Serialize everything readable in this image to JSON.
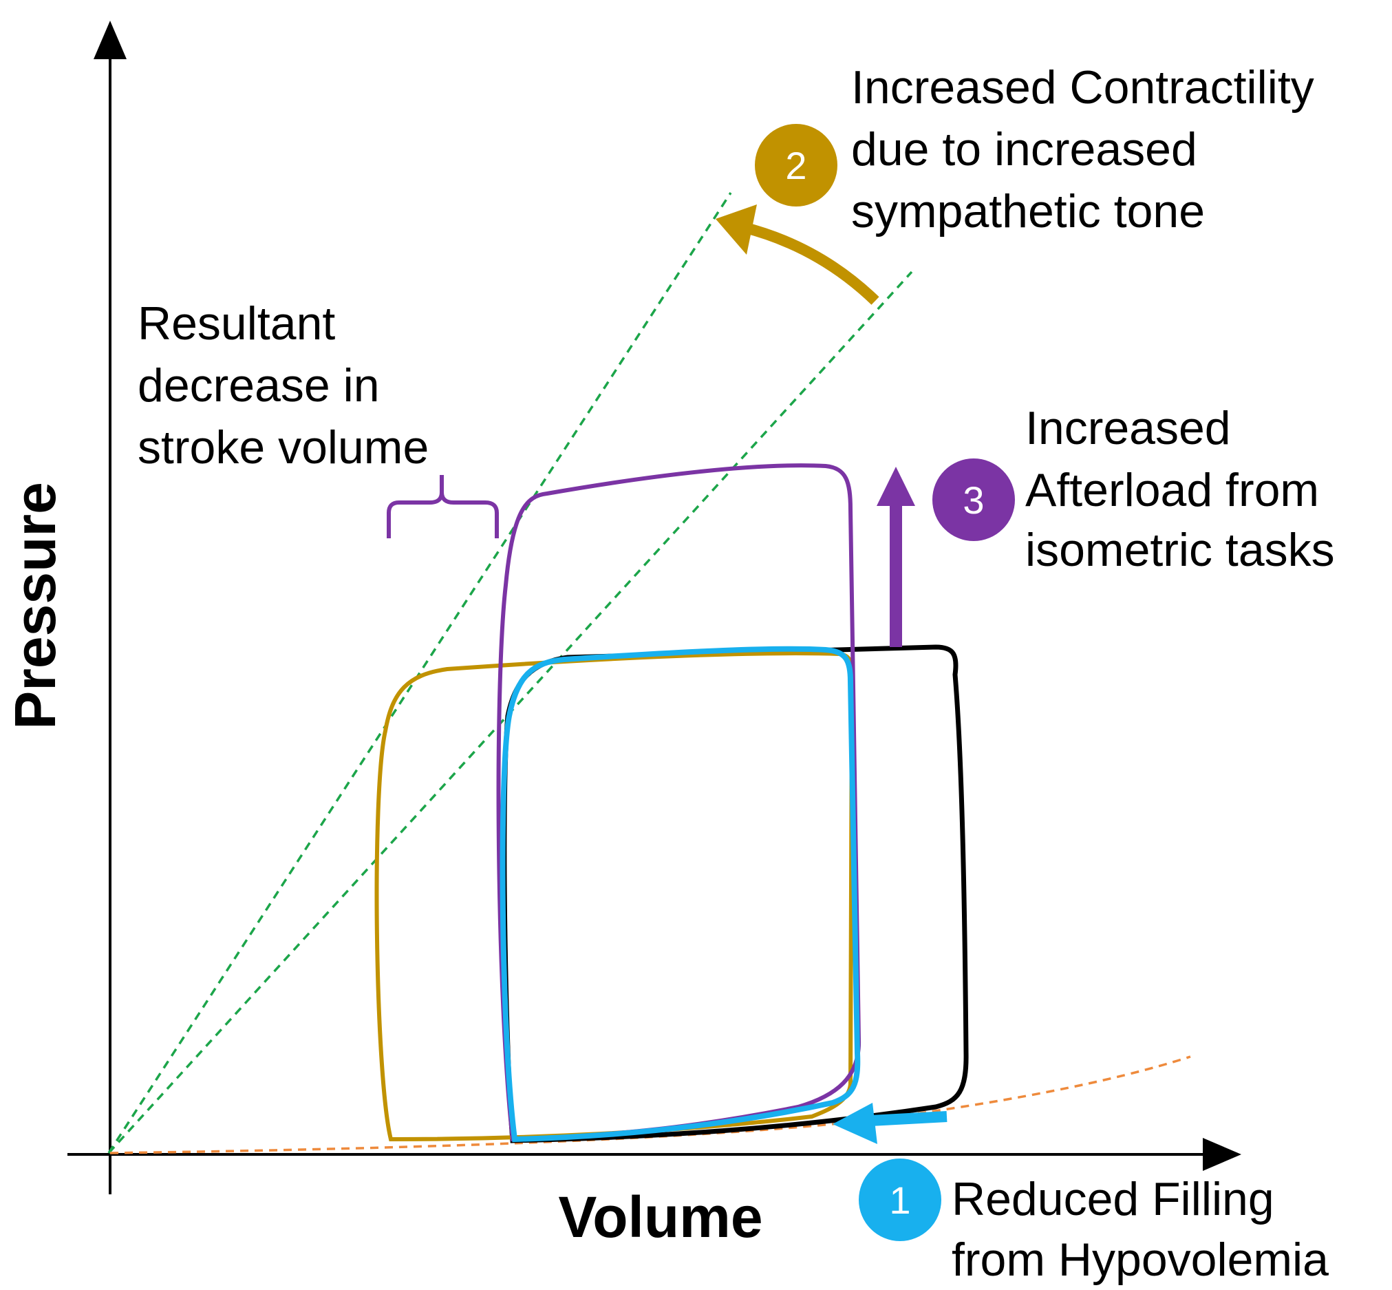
{
  "axes": {
    "x_label": "Volume",
    "y_label": "Pressure"
  },
  "colors": {
    "baseline": "#000000",
    "hypovolemia": "#18b0ee",
    "contractility": "#c19200",
    "afterload": "#7b34a4",
    "esp_lines": "#1ca54a",
    "edpvr": "#ee8a3c"
  },
  "annotations": {
    "contractility": {
      "badge": "2",
      "lines": [
        "Increased Contractility",
        "due to increased",
        "sympathetic tone"
      ]
    },
    "afterload": {
      "badge": "3",
      "lines": [
        "Increased",
        "Afterload from",
        "isometric tasks"
      ]
    },
    "filling": {
      "badge": "1",
      "lines": [
        "Reduced Filling",
        "from Hypovolemia"
      ]
    },
    "stroke_volume": {
      "lines": [
        "Resultant",
        "decrease in",
        "stroke volume"
      ]
    }
  }
}
